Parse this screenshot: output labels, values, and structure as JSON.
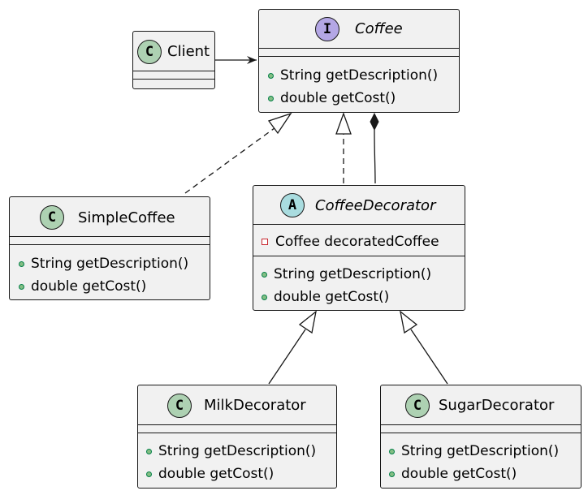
{
  "classes": {
    "client": {
      "stereotype": "C",
      "name": "Client",
      "fields": [],
      "methods": []
    },
    "coffee": {
      "stereotype": "I",
      "name": "Coffee",
      "fields": [],
      "methods": [
        {
          "visibility": "public",
          "text": "String getDescription()"
        },
        {
          "visibility": "public",
          "text": "double getCost()"
        }
      ]
    },
    "simple_coffee": {
      "stereotype": "C",
      "name": "SimpleCoffee",
      "fields": [],
      "methods": [
        {
          "visibility": "public",
          "text": "String getDescription()"
        },
        {
          "visibility": "public",
          "text": "double getCost()"
        }
      ]
    },
    "coffee_decorator": {
      "stereotype": "A",
      "name": "CoffeeDecorator",
      "fields": [
        {
          "visibility": "private",
          "text": "Coffee decoratedCoffee"
        }
      ],
      "methods": [
        {
          "visibility": "public",
          "text": "String getDescription()"
        },
        {
          "visibility": "public",
          "text": "double getCost()"
        }
      ]
    },
    "milk_decorator": {
      "stereotype": "C",
      "name": "MilkDecorator",
      "fields": [],
      "methods": [
        {
          "visibility": "public",
          "text": "String getDescription()"
        },
        {
          "visibility": "public",
          "text": "double getCost()"
        }
      ]
    },
    "sugar_decorator": {
      "stereotype": "C",
      "name": "SugarDecorator",
      "fields": [],
      "methods": [
        {
          "visibility": "public",
          "text": "String getDescription()"
        },
        {
          "visibility": "public",
          "text": "double getCost()"
        }
      ]
    }
  },
  "relations": [
    {
      "from": "Client",
      "to": "Coffee",
      "type": "association"
    },
    {
      "from": "SimpleCoffee",
      "to": "Coffee",
      "type": "realization"
    },
    {
      "from": "CoffeeDecorator",
      "to": "Coffee",
      "type": "realization"
    },
    {
      "from": "Coffee",
      "to": "CoffeeDecorator",
      "type": "composition"
    },
    {
      "from": "MilkDecorator",
      "to": "CoffeeDecorator",
      "type": "generalization"
    },
    {
      "from": "SugarDecorator",
      "to": "CoffeeDecorator",
      "type": "generalization"
    }
  ],
  "colors": {
    "box_fill": "#f1f1f1",
    "border": "#181818",
    "class_badge": "#add1b2",
    "interface_badge": "#b4a7e5",
    "abstract_badge": "#a9dcdf",
    "public_dot": "#84be84",
    "private_square": "#c82930"
  }
}
